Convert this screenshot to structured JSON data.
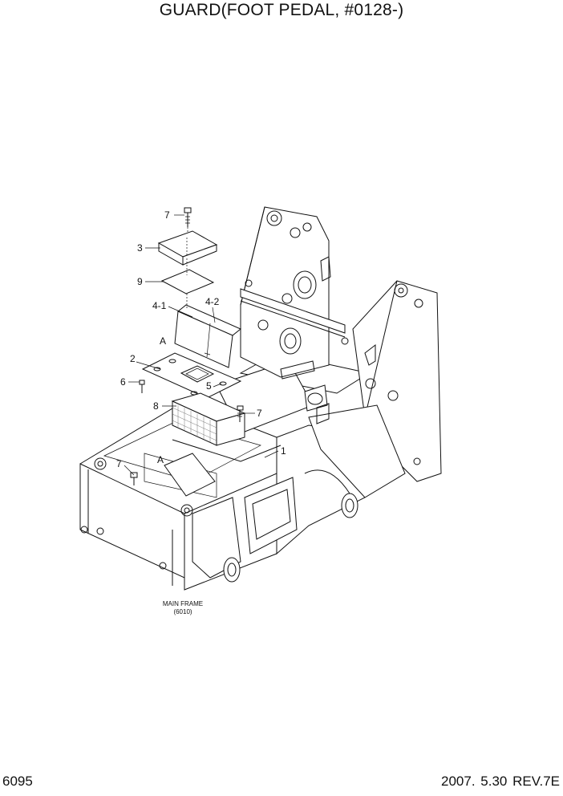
{
  "header": {
    "title": "GUARD(FOOT PEDAL, #0128-)"
  },
  "footer": {
    "page_number": "6095",
    "revision": "2007. 5.30  REV.7E"
  },
  "callouts": {
    "c7a": "7",
    "c3": "3",
    "c9": "9",
    "c41": "4-1",
    "c42": "4-2",
    "cA1": "A",
    "c2": "2",
    "c6": "6",
    "c5": "5",
    "c8": "8",
    "c7b": "7",
    "c1": "1",
    "c7c": "7",
    "cA2": "A"
  },
  "notes": {
    "main_frame": "MAIN FRAME",
    "main_frame_ref": "(6010)"
  }
}
